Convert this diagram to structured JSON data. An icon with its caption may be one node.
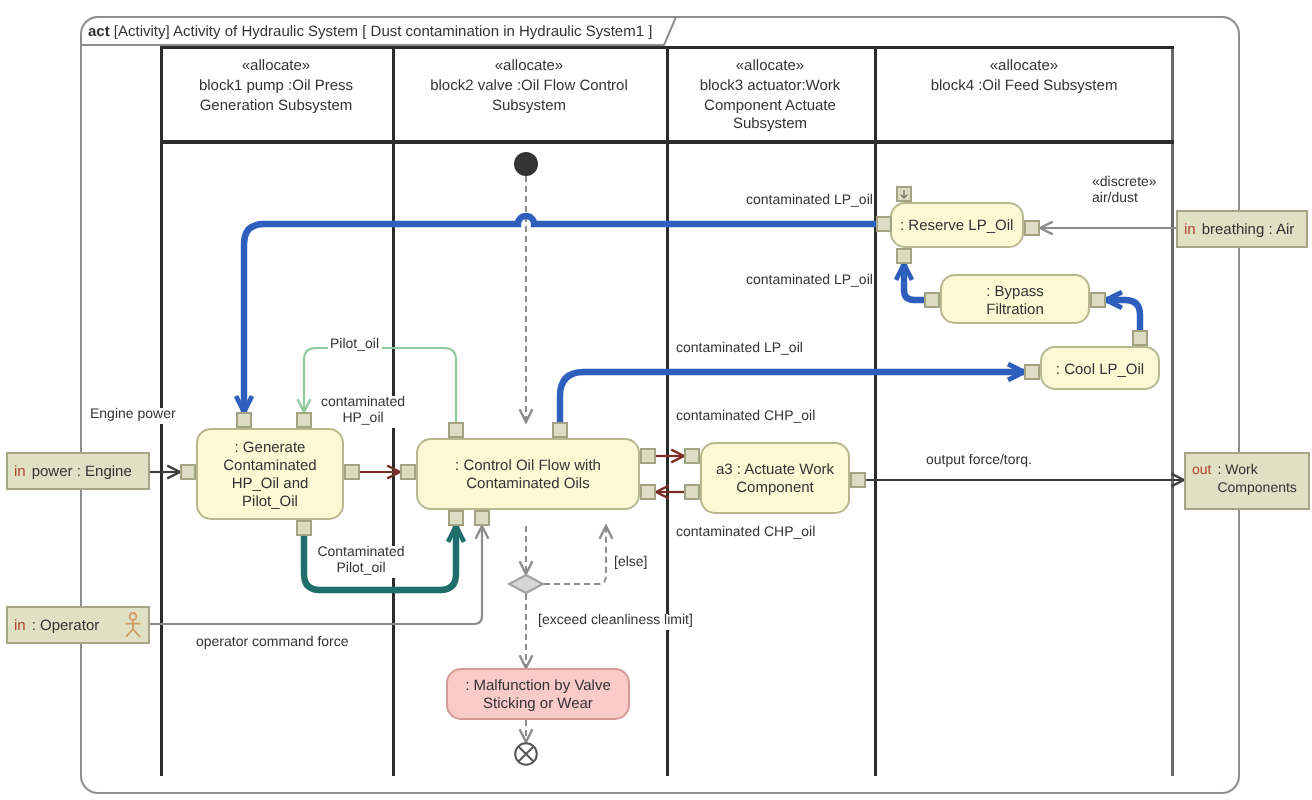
{
  "diagram": {
    "nodes": [
      {
        "text": [
          "**act** [Activity] Activity of Hydraulic System [ Dust contamination in Hydraulic System1 ]"
        ]
      },
      {
        "text": [
          "«allocate»",
          "block1 pump :Oil Press Generation Subsystem"
        ],
        "in": 0
      },
      {
        "text": [
          "«allocate»",
          "block2 valve :Oil Flow Control Subsystem"
        ],
        "in": 0
      },
      {
        "text": [
          "«allocate»",
          "block3 actuator:Work Component Actuate Subsystem"
        ],
        "in": 0
      },
      {
        "text": [
          "«allocate»",
          "block4 :Oil Feed Subsystem"
        ],
        "in": 0
      },
      {
        "text": [],
        "shape": "circle",
        "in": 2
      },
      {
        "text": [
          ": Reserve LP_Oil"
        ],
        "in": 4
      },
      {
        "text": [
          "in",
          "breathing : Air"
        ]
      },
      {
        "text": [
          ": Bypass Filtration"
        ],
        "in": 4
      },
      {
        "text": [
          ": Cool LP_Oil"
        ],
        "in": 4
      },
      {
        "text": [
          ": Generate Contaminated HP_Oil and Pilot_Oil"
        ],
        "in": 1
      },
      {
        "text": [
          ": Control Oil Flow with Contaminated Oils"
        ],
        "in": 2
      },
      {
        "text": [
          "a3 : Actuate Work Component"
        ],
        "in": 3
      },
      {
        "text": [
          "in",
          "power : Engine"
        ]
      },
      {
        "text": [
          "out",
          ": Work Components"
        ]
      },
      {
        "text": [],
        "shape": "diamond",
        "in": 2
      },
      {
        "text": [
          "in",
          ": Operator"
        ]
      },
      {
        "text": [
          ": Malfunction by Valve Sticking or Wear"
        ],
        "in": 2
      },
      {
        "text": [],
        "shape": "circle",
        "in": 2
      }
    ],
    "edges": [
      {
        "from": 5,
        "to": 11,
        "arrow": "to",
        "style": "dashed"
      },
      {
        "from": 11,
        "to": 15,
        "arrow": "to",
        "style": "dashed"
      },
      {
        "from": 15,
        "to": 11,
        "arrow": "to",
        "style": "dashed",
        "label": "[else]"
      },
      {
        "from": 15,
        "to": 17,
        "arrow": "to",
        "style": "dashed",
        "label": "[exceed cleanliness limit]"
      },
      {
        "from": 17,
        "to": 18,
        "arrow": "to",
        "style": "dashed"
      },
      {
        "from": 13,
        "to": 10,
        "arrow": "to",
        "label": "Engine power",
        "color": "#3d3d3d"
      },
      {
        "from": 10,
        "to": 11,
        "arrow": "to",
        "label": "contaminated HP_oil",
        "color": "#7a2b24"
      },
      {
        "from": 11,
        "to": 10,
        "arrow": "to",
        "label": "Pilot_oil",
        "color": "#8fc99c"
      },
      {
        "from": 10,
        "to": 11,
        "arrow": "to",
        "label": "Contaminated Pilot_oil",
        "color": "#1f6e6b",
        "style": "thick"
      },
      {
        "from": 16,
        "to": 11,
        "arrow": "to",
        "label": "operator command force"
      },
      {
        "from": 11,
        "to": 9,
        "arrow": "to",
        "label": "contaminated LP_oil",
        "color": "#2f5fbd",
        "style": "thick"
      },
      {
        "from": 11,
        "to": 12,
        "arrow": "to",
        "label": "contaminated CHP_oil",
        "color": "#7a2b24"
      },
      {
        "from": 12,
        "to": 11,
        "arrow": "to",
        "label": "contaminated CHP_oil",
        "color": "#7a2b24"
      },
      {
        "from": 12,
        "to": 14,
        "arrow": "to",
        "label": "output force/torq.",
        "color": "#3d3d3d"
      },
      {
        "from": 9,
        "to": 8,
        "arrow": "to",
        "color": "#2f5fbd",
        "style": "thick"
      },
      {
        "from": 8,
        "to": 6,
        "arrow": "to",
        "label": "contaminated LP_oil",
        "color": "#2f5fbd",
        "style": "thick"
      },
      {
        "from": 6,
        "to": 10,
        "arrow": "to",
        "label": "contaminated LP_oil",
        "color": "#2f5fbd",
        "style": "thick"
      },
      {
        "from": 7,
        "to": 6,
        "arrow": "to",
        "label": "«discrete» air/dust"
      }
    ]
  }
}
